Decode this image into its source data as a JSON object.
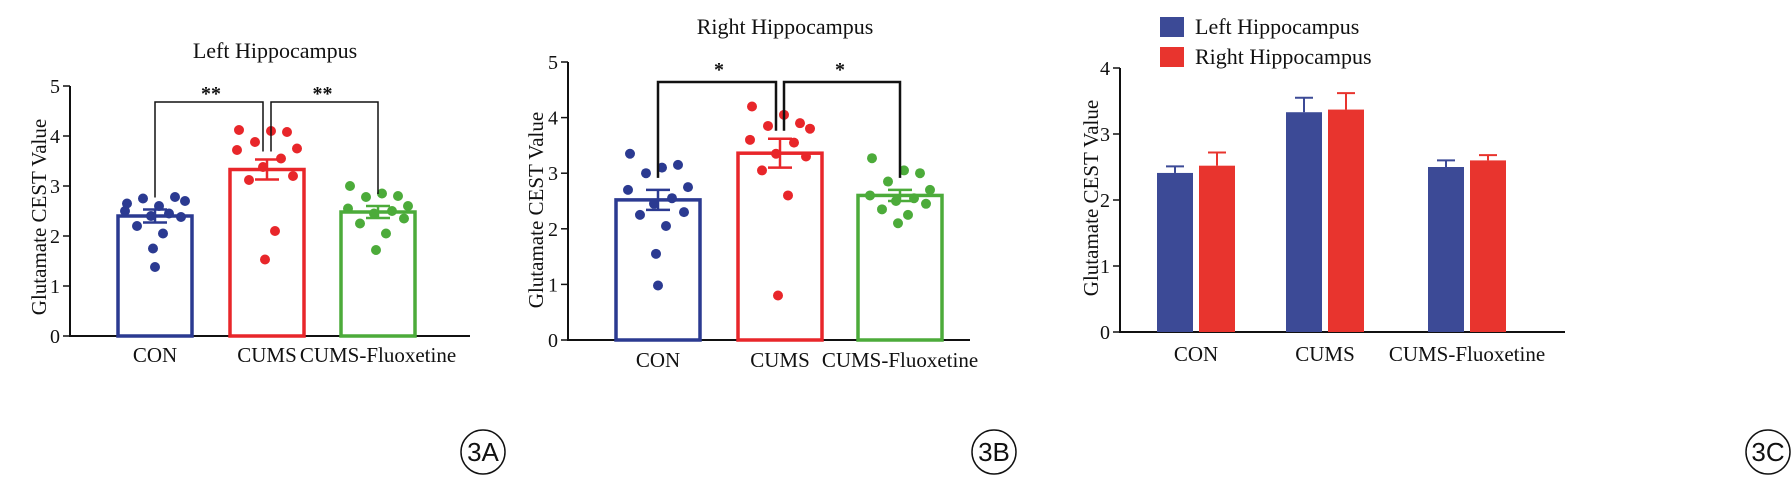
{
  "chart_data": [
    {
      "id": "3A",
      "type": "bar",
      "title": "Left Hippocampus",
      "ylabel": "Glutamate CEST Value",
      "ylim": [
        0,
        5
      ],
      "yticks": [
        "0",
        "1",
        "2",
        "3",
        "4",
        "5"
      ],
      "categories": [
        "CON",
        "CUMS",
        "CUMS-Fluoxetine"
      ],
      "colors": [
        "#2b3a91",
        "#e8262a",
        "#4cab3a"
      ],
      "means": [
        2.4,
        3.33,
        2.48
      ],
      "sem": [
        0.13,
        0.2,
        0.12
      ],
      "points": [
        [
          2.65,
          2.6,
          2.78,
          2.75,
          2.7,
          2.5,
          2.45,
          2.4,
          2.38,
          2.2,
          2.05,
          1.75,
          1.38
        ],
        [
          4.12,
          4.1,
          4.08,
          3.88,
          3.75,
          3.72,
          3.55,
          3.38,
          3.2,
          3.12,
          2.1,
          1.53
        ],
        [
          3.0,
          2.85,
          2.8,
          2.78,
          2.6,
          2.55,
          2.5,
          2.45,
          2.35,
          2.25,
          2.05,
          1.72
        ]
      ],
      "comparisons": [
        {
          "from": 0,
          "to": 1,
          "label": "**"
        },
        {
          "from": 1,
          "to": 2,
          "label": "**"
        }
      ],
      "badge": "3A"
    },
    {
      "id": "3B",
      "type": "bar",
      "title": "Right Hippocampus",
      "ylabel": "Glutamate CEST Value",
      "ylim": [
        0,
        5
      ],
      "yticks": [
        "0",
        "1",
        "2",
        "3",
        "4",
        "5"
      ],
      "categories": [
        "CON",
        "CUMS",
        "CUMS-Fluoxetine"
      ],
      "colors": [
        "#2b3a91",
        "#e8262a",
        "#4cab3a"
      ],
      "means": [
        2.52,
        3.36,
        2.6
      ],
      "sem": [
        0.18,
        0.26,
        0.1
      ],
      "points": [
        [
          3.35,
          3.1,
          3.15,
          3.0,
          2.75,
          2.7,
          2.55,
          2.45,
          2.3,
          2.25,
          2.05,
          1.55,
          0.98
        ],
        [
          4.2,
          4.05,
          3.9,
          3.85,
          3.8,
          3.6,
          3.55,
          3.35,
          3.3,
          3.05,
          2.6,
          0.8
        ],
        [
          3.27,
          3.05,
          3.0,
          2.85,
          2.7,
          2.6,
          2.55,
          2.5,
          2.45,
          2.35,
          2.25,
          2.1
        ]
      ],
      "comparisons": [
        {
          "from": 0,
          "to": 1,
          "label": "*"
        },
        {
          "from": 1,
          "to": 2,
          "label": "*"
        }
      ],
      "badge": "3B"
    },
    {
      "id": "3C",
      "type": "bar",
      "title": "",
      "ylabel": "Glutamate CEST Value",
      "ylim": [
        0,
        4
      ],
      "yticks": [
        "0",
        "1",
        "2",
        "3",
        "4"
      ],
      "categories": [
        "CON",
        "CUMS",
        "CUMS-Fluoxetine"
      ],
      "legend_position": "top-left",
      "series": [
        {
          "name": "Left Hippocampus",
          "color": "#3c4a96",
          "values": [
            2.41,
            3.33,
            2.5
          ],
          "err": [
            0.1,
            0.22,
            0.1
          ]
        },
        {
          "name": "Right Hippocampus",
          "color": "#e8342e",
          "values": [
            2.52,
            3.37,
            2.6
          ],
          "err": [
            0.2,
            0.25,
            0.08
          ]
        }
      ],
      "badge": "3C"
    }
  ]
}
